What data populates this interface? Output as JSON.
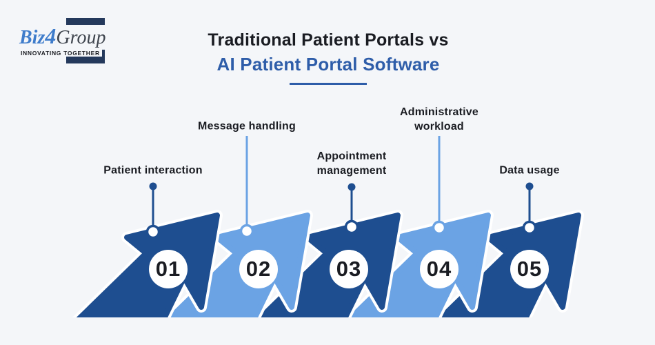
{
  "logo": {
    "brand_biz": "Biz",
    "brand_4": "4",
    "brand_group": "Group",
    "tagline": "INNOVATING TOGETHER"
  },
  "title": {
    "line1": "Traditional Patient Portals vs",
    "line2": "AI Patient Portal Software"
  },
  "steps": [
    {
      "number": "01",
      "label": "Patient interaction",
      "tone": "dark"
    },
    {
      "number": "02",
      "label": "Message handling",
      "tone": "light"
    },
    {
      "number": "03",
      "label": "Appointment\nmanagement",
      "tone": "dark"
    },
    {
      "number": "04",
      "label": "Administrative\nworkload",
      "tone": "light"
    },
    {
      "number": "05",
      "label": "Data usage",
      "tone": "dark"
    }
  ],
  "colors": {
    "dark-blue": "#1e4e90",
    "light-blue": "#6ba3e4",
    "title-blue": "#2e5da9",
    "text-dark": "#1a1c22",
    "background": "#f4f6f9",
    "logo-navy": "#24395c",
    "logo-blue": "#3e7ccb",
    "logo-gray": "#3f454e"
  }
}
